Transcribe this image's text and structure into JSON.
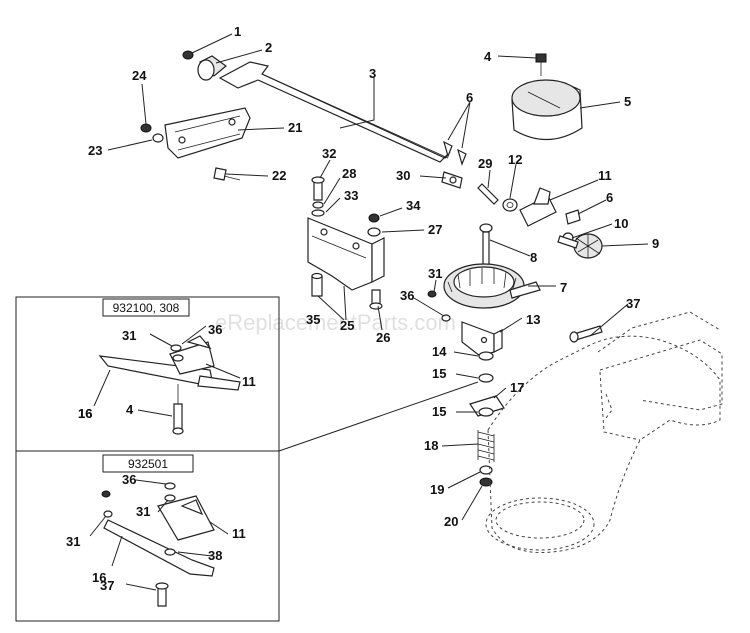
{
  "watermark": "eReplacementParts.com",
  "inset_boxes": [
    {
      "label": "932100, 308"
    },
    {
      "label": "932501"
    }
  ],
  "labels": {
    "l1": "1",
    "l2": "2",
    "l3": "3",
    "l4": "4",
    "l5": "5",
    "l6a": "6",
    "l6b": "6",
    "l7": "7",
    "l8": "8",
    "l9": "9",
    "l10": "10",
    "l11": "11",
    "l12": "12",
    "l13": "13",
    "l14": "14",
    "l15a": "15",
    "l15b": "15",
    "l16": "16",
    "l17": "17",
    "l18": "18",
    "l19": "19",
    "l20": "20",
    "l21": "21",
    "l22": "22",
    "l23": "23",
    "l24": "24",
    "l25": "25",
    "l26": "26",
    "l27": "27",
    "l28": "28",
    "l29": "29",
    "l30": "30",
    "l31": "31",
    "l32": "32",
    "l33": "33",
    "l34": "34",
    "l35": "35",
    "l36": "36",
    "l37": "37",
    "a31": "31",
    "a36": "36",
    "a11": "11",
    "a16": "16",
    "a4": "4",
    "b36": "36",
    "b31a": "31",
    "b31b": "31",
    "b11": "11",
    "b38": "38",
    "b16": "16",
    "b37": "37"
  }
}
